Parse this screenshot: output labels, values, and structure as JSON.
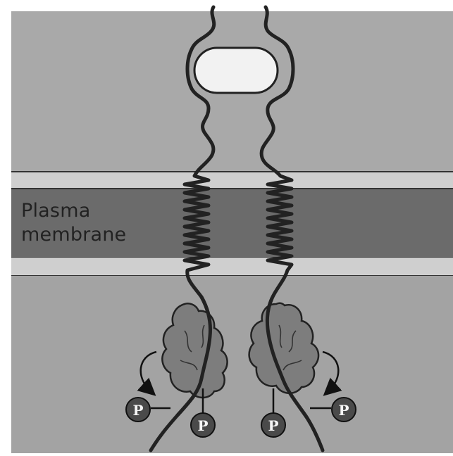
{
  "diagram": {
    "caption_top": "",
    "membrane_label_line1": "Plasma",
    "membrane_label_line2": "membrane",
    "phosphate_label": "P",
    "colors": {
      "extracellular": "#a9a9a9",
      "membrane_outer_leaflet": "#cfcfcf",
      "membrane_core": "#6b6b6b",
      "cytoplasm": "#a3a3a3",
      "ligand": "#f2f2f2",
      "kinase_domain": "#7d7d7d",
      "phosphate_fill": "#4a4a4a",
      "receptor_chain": "#222222"
    },
    "elements": [
      "ligand",
      "receptor-chain-left",
      "receptor-chain-right",
      "kinase-domain-left",
      "kinase-domain-right",
      "phosphate-group",
      "autophosphorylation-arrow"
    ]
  }
}
